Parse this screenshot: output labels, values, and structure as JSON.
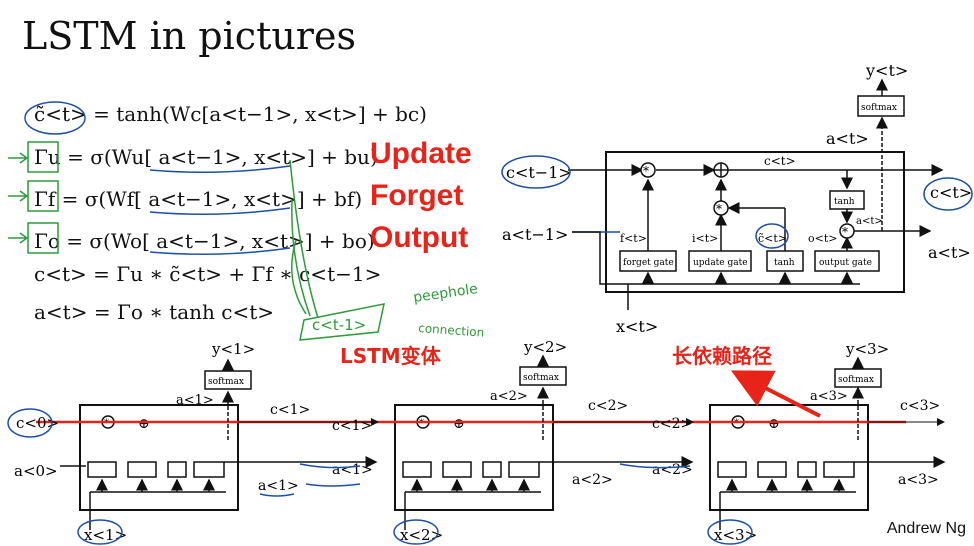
{
  "slide": {
    "title": "LSTM in pictures",
    "author": "Andrew Ng"
  },
  "equations": [
    "c̃<t> = tanh(Wc[a<t−1>, x<t>] + bc)",
    "Γu = σ(Wu[ a<t−1>, x<t>] + bu)",
    "Γf = σ(Wf[ a<t−1>, x<t>] + bf)",
    "Γo = σ(Wo[ a<t−1>, x<t>] + bo)",
    "c<t> =  Γu ∗ c̃<t> + Γf ∗ c<t−1>",
    "a<t> = Γo ∗ tanh c<t>"
  ],
  "gate_labels": {
    "update": "Update",
    "forget": "Forget",
    "output": "Output"
  },
  "annotations": {
    "peephole_line1": "peephole",
    "peephole_line2": "connection",
    "peephole_term": "c<t-1>",
    "lstm_variant": "LSTM变体",
    "long_dependency_path": "长依赖路径"
  },
  "cell_diagram": {
    "gates": [
      "forget gate",
      "update gate",
      "tanh",
      "output gate"
    ],
    "tanh_box": "tanh",
    "softmax": "softmax",
    "labels": {
      "c_prev": "c<t−1>",
      "a_prev": "a<t−1>",
      "x_t": "x<t>",
      "c_t": "c<t>",
      "a_t": "a<t>",
      "y_t": "y<t>",
      "f_t": "f<t>",
      "i_t": "i<t>",
      "ctilde_t": "c̃<t>",
      "o_t": "o<t>"
    }
  },
  "unrolled_chain": {
    "cells": [
      {
        "c_in": "c<0>",
        "a_in": "a<0>",
        "x": "x<1>",
        "y": "y<1>",
        "a_up": "a<1>",
        "c_out": "c<1>",
        "a_out": "a<1>"
      },
      {
        "c_in": "c<1>",
        "a_in": "a<1>",
        "x": "x<2>",
        "y": "y<2>",
        "a_up": "a<2>",
        "c_out": "c<2>",
        "a_out": "a<2>"
      },
      {
        "c_in": "c<2>",
        "a_in": "a<2>",
        "x": "x<3>",
        "y": "y<3>",
        "a_up": "a<3>",
        "c_out": "c<3>",
        "a_out": "a<3>"
      }
    ],
    "softmax": "softmax"
  },
  "colors": {
    "red_highlight": "#e8241a",
    "ink_blue": "#1c4fa8",
    "ink_green": "#2f9a3a",
    "line_black": "#111111"
  }
}
